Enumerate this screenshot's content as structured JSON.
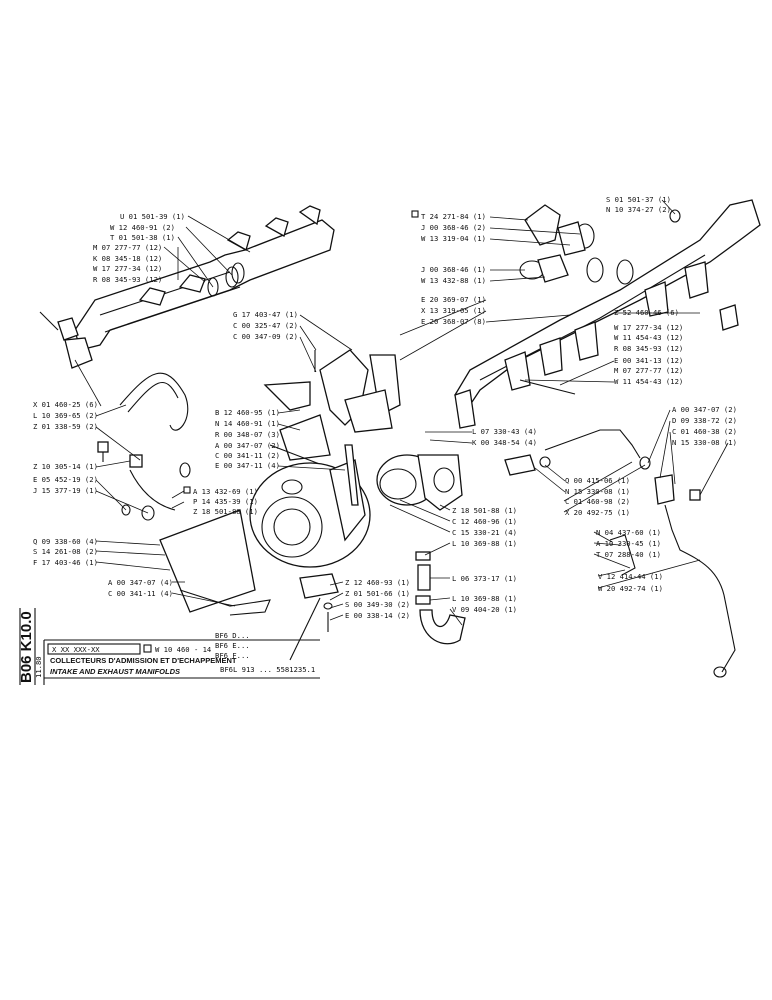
{
  "sheet": {
    "side_code": "B06 K10.0",
    "date": "11.80",
    "title_fr": "COLLECTEURS D'ADMISSION ET D'ECHAPPEMENT",
    "title_en": "INTAKE AND EXHAUST MANIFOLDS",
    "ref_box": "X XX XXX-XX",
    "ref_w": "W 10 460 - 14",
    "variants": [
      "BF6 D...",
      "BF6 E...",
      "BF6 F..."
    ],
    "engine": "BF6L 913 ... 5581235.1"
  },
  "labels": {
    "l1": "U 01 501-39 (1)",
    "l2": "W 12 460-91 (2)",
    "l3": "T 01 501-38 (1)",
    "l4": "M 07 277-77 (12)",
    "l5": "K 08 345-18 (12)",
    "l6": "W 17 277-34 (12)",
    "l7": "R 08 345-93 (12)",
    "l8": "T 24 271-84 (1)",
    "l9": "J 00 368-46 (2)",
    "l10": "W 13 319-04 (1)",
    "l11": "S 01 501-37 (1)",
    "l12": "N 10 374-27 (2)",
    "l13": "J 00 368-46 (1)",
    "l14": "W 13 432-88 (1)",
    "l15": "E 20 369-07 (1)",
    "l16": "X 13 319-05 (1)",
    "l17": "E 20 368-07 (8)",
    "l18": "G 17 403-47 (1)",
    "l19": "C 00 325-47 (2)",
    "l20": "C 00 347-09 (2)",
    "l21": "Z 52 460-46 (6)",
    "l22": "W 17 277-34 (12)",
    "l23": "W 11 454-43 (12)",
    "l24": "R 08 345-93 (12)",
    "l25": "E 00 341-13 (12)",
    "l26": "M 07 277-77 (12)",
    "l27": "W 11 454-43 (12)",
    "l28": "X 01 460-25 (6)",
    "l29": "L 10 369-65 (2)",
    "l30": "Z 01 338-59 (2)",
    "l31": "B 12 460-95 (1)",
    "l32": "N 14 460-91 (1)",
    "l33": "R 00 348-07 (3)",
    "l34": "A 00 347-07 (2)",
    "l35": "C 00 341-11 (2)",
    "l36": "E 00 347-11 (4)",
    "l37": "L 07 330-43 (4)",
    "l38": "K 00 348-54 (4)",
    "l39": "A 00 347-07 (2)",
    "l40": "D 09 338-72 (2)",
    "l41": "C 01 460-38 (2)",
    "l42": "N 15 330-08 (1)",
    "l43": "Z 10 305-14 (1)",
    "l44": "E 05 452-19 (2)",
    "l45": "J 15 377-19 (1)",
    "l46": "A 13 432-69 (1)",
    "l47": "P 14 435-39 (1)",
    "l48": "Z 18 501-88 (1)",
    "l49": "Q 00 415-06 (1)",
    "l50": "N 15 330-08 (1)",
    "l51": "C 01 460-98 (2)",
    "l52": "X 20 492-75 (1)",
    "l53": "Z 18 501-88 (1)",
    "l54": "C 12 460-96 (1)",
    "l55": "C 15 330-21 (4)",
    "l56": "L 10 369-88 (1)",
    "l57": "Q 09 338-60 (4)",
    "l58": "S 14 261-08 (2)",
    "l59": "F 17 403-46 (1)",
    "l60": "N 04 437-60 (1)",
    "l61": "A 10 330-45 (1)",
    "l62": "T 07 288-40 (1)",
    "l63": "L 06 373-17 (1)",
    "l64": "V 12 414-44 (1)",
    "l65": "W 20 492-74 (1)",
    "l66": "Z 12 460-93 (1)",
    "l67": "Z 01 501-66 (1)",
    "l68": "S 00 349-30 (2)",
    "l69": "E 00 338-14 (2)",
    "l70": "L 10 369-88 (1)",
    "l71": "V 09 404-20 (1)",
    "l72": "A 00 347-07 (4)",
    "l73": "C 00 341-11 (4)"
  }
}
